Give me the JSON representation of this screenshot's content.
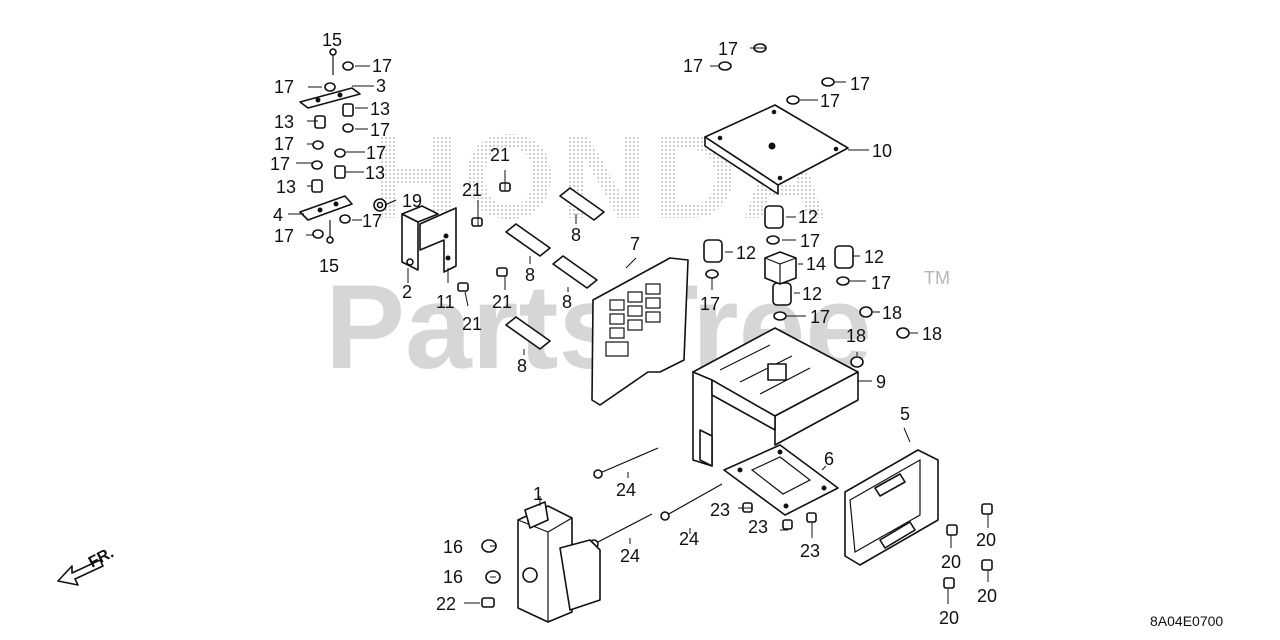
{
  "watermark": {
    "background_word": "HONDA",
    "brand": "PartsTree",
    "trademark": "TM"
  },
  "diagram_code": "8A04E0700",
  "direction_label": "FR.",
  "callouts": [
    "1",
    "2",
    "3",
    "4",
    "5",
    "6",
    "7",
    "8",
    "9",
    "10",
    "11",
    "12",
    "13",
    "14",
    "15",
    "16",
    "17",
    "18",
    "19",
    "20",
    "21",
    "22",
    "23",
    "24"
  ]
}
